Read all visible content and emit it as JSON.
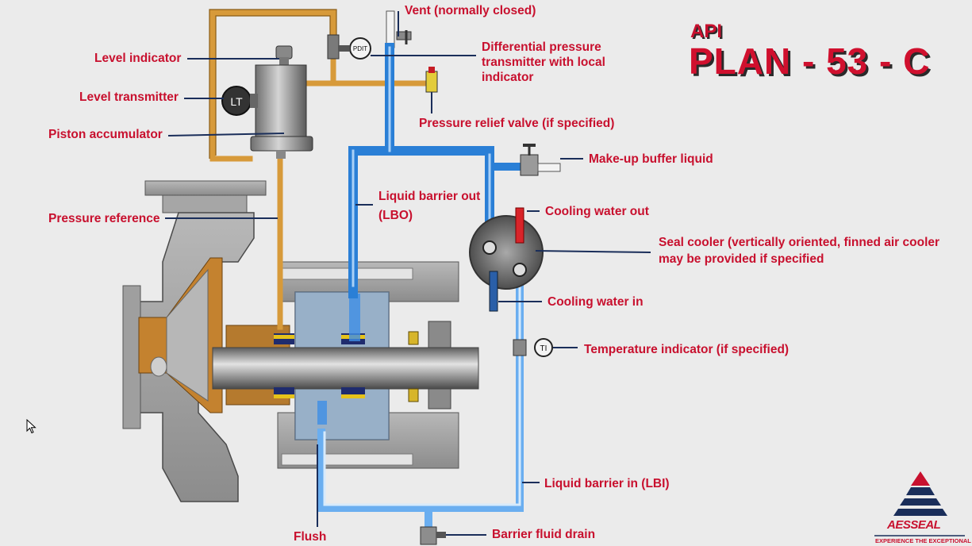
{
  "title": {
    "line1": "API",
    "line2": "PLAN - 53 - C"
  },
  "labels": {
    "level_indicator": "Level indicator",
    "level_transmitter": "Level transmitter",
    "piston_accumulator": "Piston accumulator",
    "pressure_reference": "Pressure reference",
    "vent": "Vent (normally closed)",
    "dp_transmitter_1": "Differential pressure",
    "dp_transmitter_2": "transmitter with local",
    "dp_transmitter_3": "indicator",
    "pressure_relief": "Pressure relief valve (if specified)",
    "makeup_buffer": "Make-up buffer liquid",
    "lbo_1": "Liquid barrier out",
    "lbo_2": "(LBO)",
    "cooling_water_out": "Cooling water out",
    "seal_cooler_1": "Seal cooler (vertically oriented, finned air cooler",
    "seal_cooler_2": "may be provided if specified",
    "cooling_water_in": "Cooling water in",
    "temperature_indicator": "Temperature indicator (if specified)",
    "lbi": "Liquid barrier in (LBI)",
    "flush": "Flush",
    "barrier_drain": "Barrier fluid drain"
  },
  "instruments": {
    "lt": "LT",
    "pdit": "PDIT",
    "ti": "TI"
  },
  "logo": {
    "word": "AESSEAL",
    "tagline": "EXPERIENCE THE EXCEPTIONAL"
  },
  "colors": {
    "label_red": "#c8102e",
    "leader_navy": "#1a2e5a",
    "barrier_blue": "#2a7fd6",
    "pressure_orange": "#d79a3a",
    "hot_red": "#d8242a"
  }
}
